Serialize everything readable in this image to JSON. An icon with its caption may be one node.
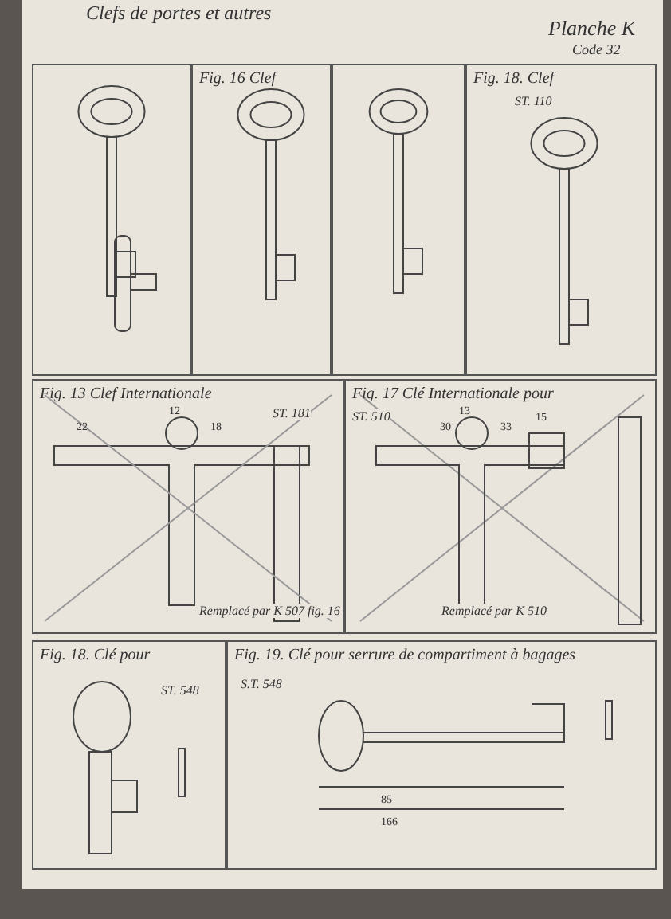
{
  "diagram": {
    "title": "Clefs de portes et autres",
    "nodes": [
      {
        "text": [],
        "shape": "box"
      },
      {
        "text": [
          "Fig. 16 Clef"
        ]
      },
      {
        "text": [],
        "shape": "box"
      },
      {
        "text": [
          "Fig. 18. Clef",
          "ST. 110"
        ]
      },
      {
        "text": [
          "Fig. 13 Clef Internationale",
          "ST. 181",
          "Remplacé par K 507 fig. 16"
        ]
      },
      {
        "text": [
          "Fig. 17 Clé Internationale pour",
          "ST. 510",
          "Remplacé par K 510"
        ]
      },
      {
        "text": [
          "Fig. 18. Clé pour",
          "ST. 548"
        ]
      },
      {
        "text": [
          "Fig. 19. Clé pour serrure de compartiment à bagages",
          "S.T. 548"
        ]
      }
    ],
    "edges": [],
    "labels": [
      "Planche K",
      "Code 32",
      "12",
      "22",
      "18",
      "30",
      "33",
      "13",
      "15",
      "85",
      "166"
    ]
  }
}
